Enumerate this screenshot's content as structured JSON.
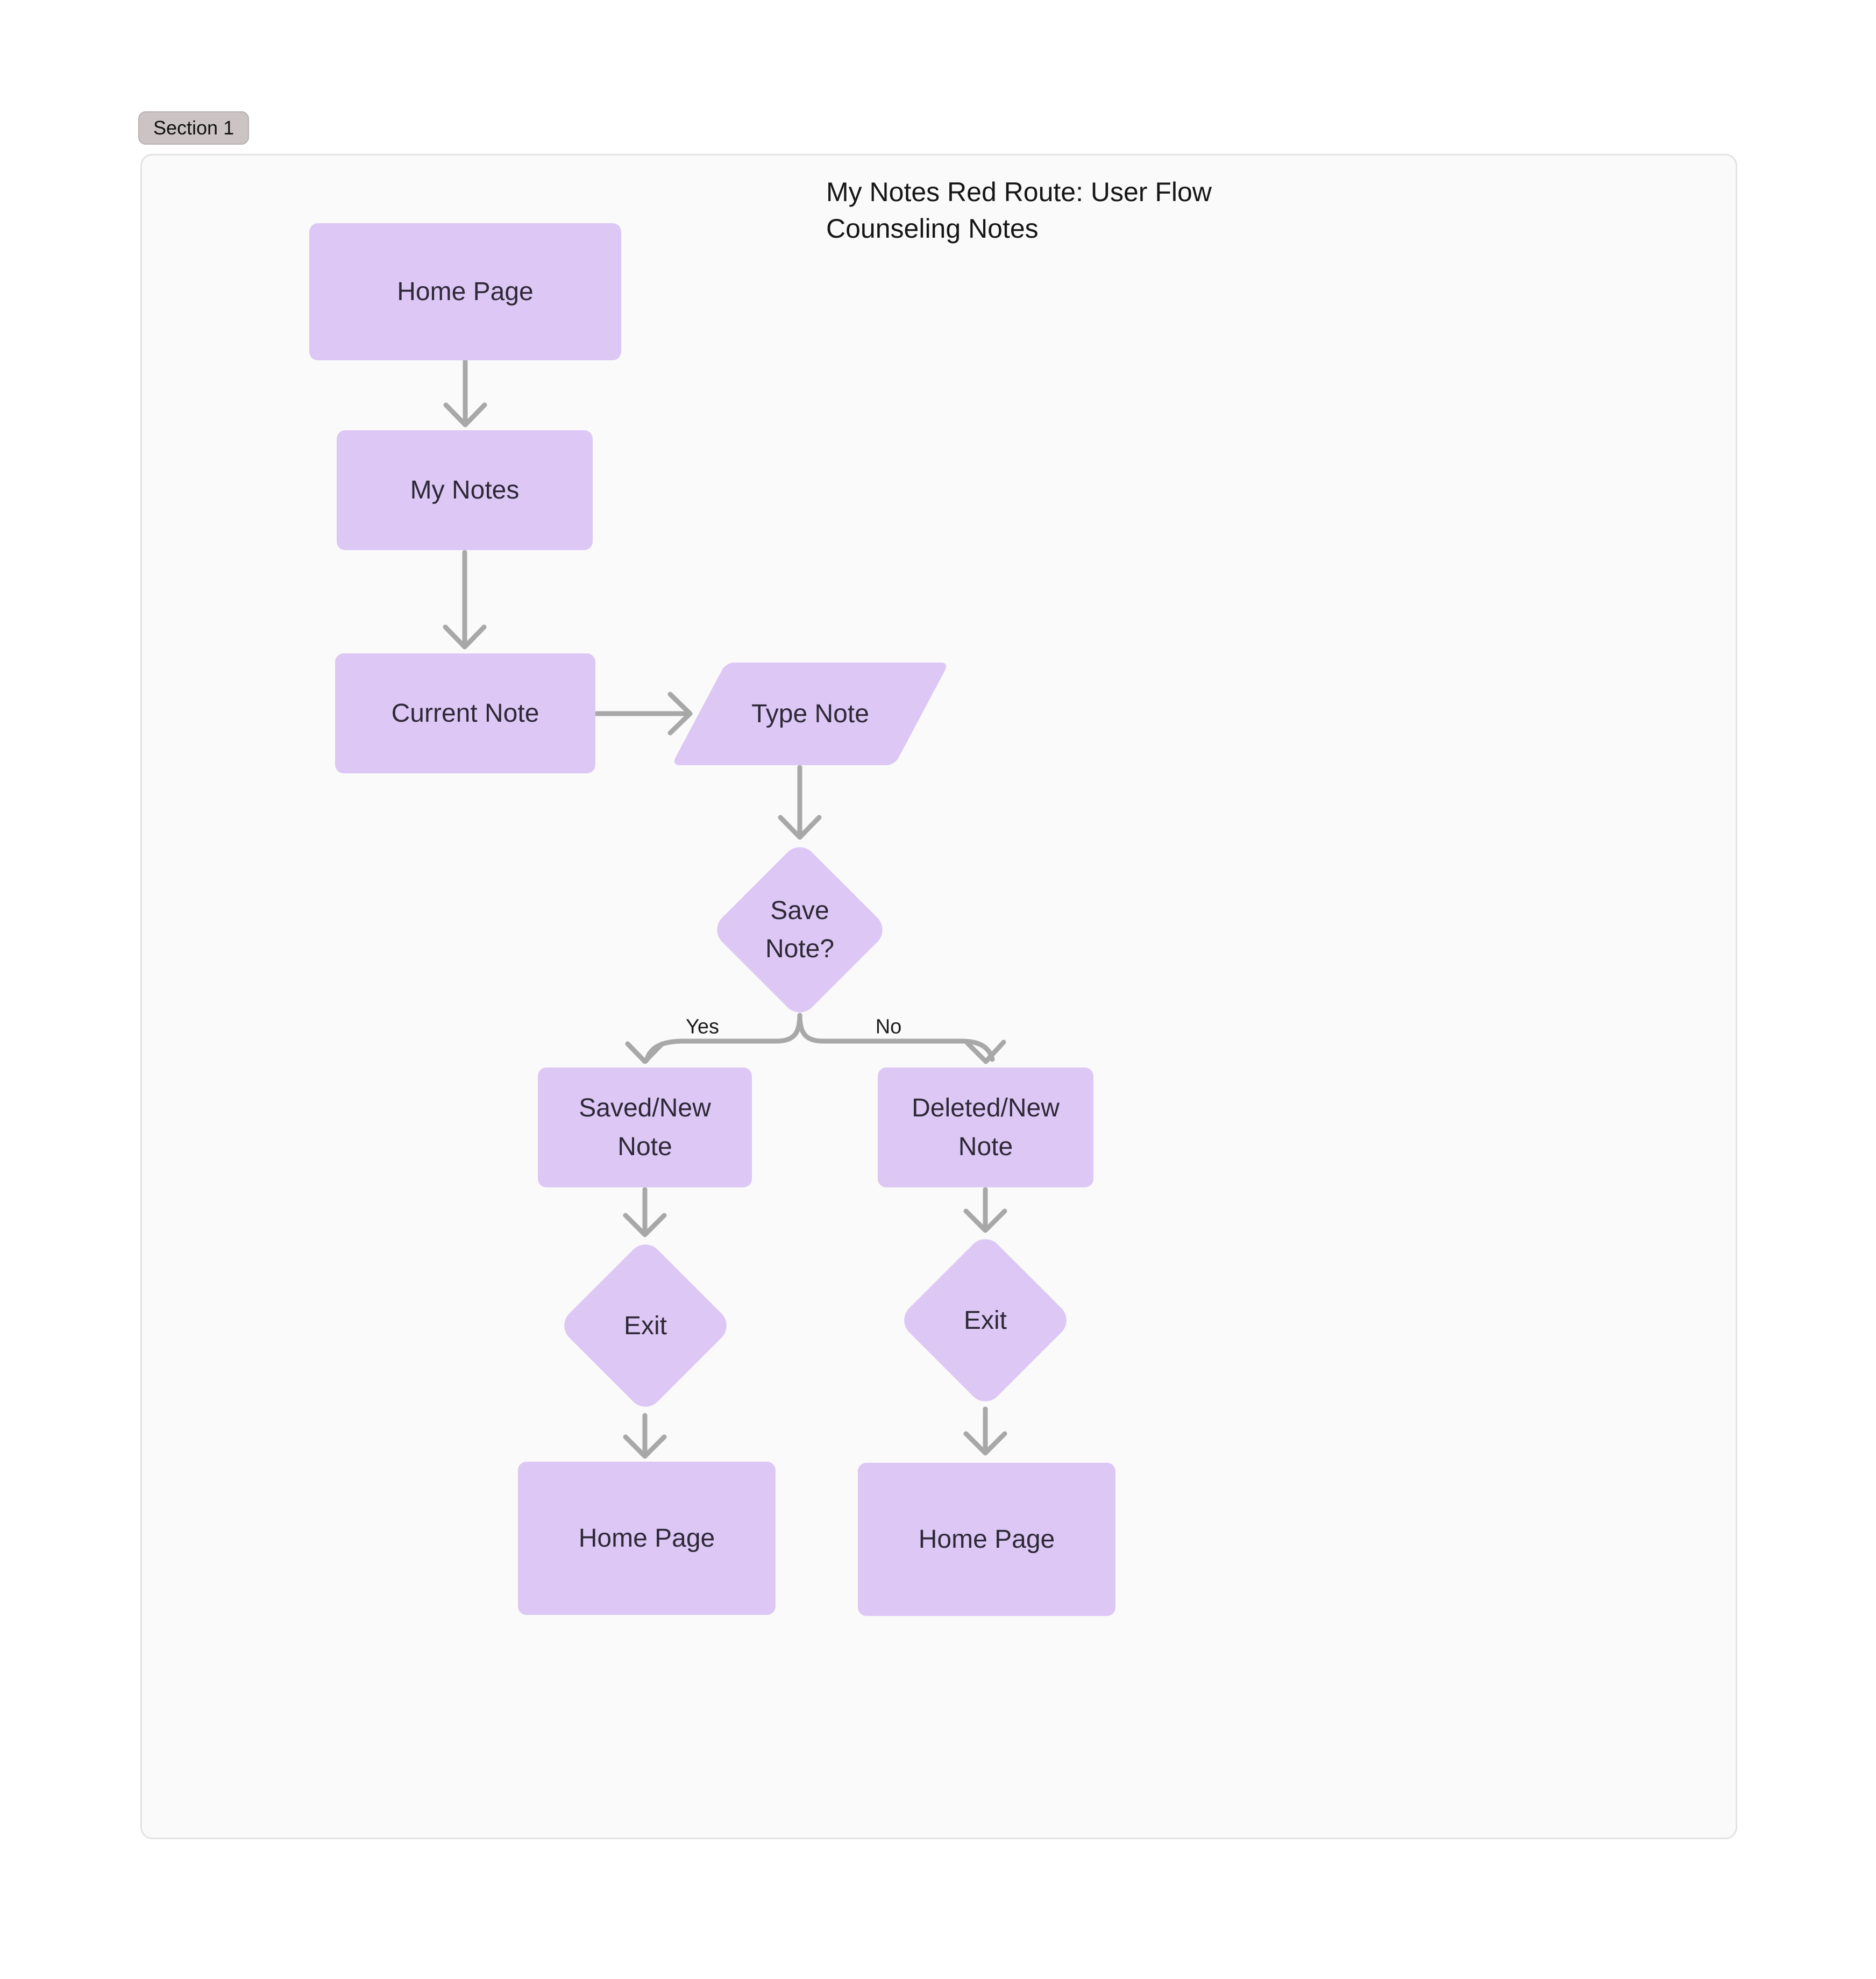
{
  "section": {
    "label": "Section 1"
  },
  "title": {
    "line1": "My Notes Red Route: User Flow",
    "line2": "Counseling Notes"
  },
  "nodes": {
    "home_top": {
      "label": "Home Page"
    },
    "my_notes": {
      "label": "My Notes"
    },
    "current_note": {
      "label": "Current Note"
    },
    "type_note": {
      "label": "Type Note"
    },
    "save_decision": {
      "label": "Save\nNote?"
    },
    "saved_new": {
      "label": "Saved/New\nNote"
    },
    "deleted_new": {
      "label": "Deleted/New\nNote"
    },
    "exit_left": {
      "label": "Exit"
    },
    "exit_right": {
      "label": "Exit"
    },
    "home_bottom_left": {
      "label": "Home Page"
    },
    "home_bottom_right": {
      "label": "Home Page"
    }
  },
  "edges": {
    "yes_label": "Yes",
    "no_label": "No"
  },
  "colors": {
    "canvas": "#ffffff",
    "frame_fill": "#fafafa",
    "frame_border": "#e3e3e3",
    "section_pill": "#ccc3c4",
    "node_fill": "#ddc8f5",
    "node_text": "#2e2837",
    "connector": "#a8a8a8",
    "title_text": "#161616",
    "edge_label_text": "#1c1c1c"
  }
}
